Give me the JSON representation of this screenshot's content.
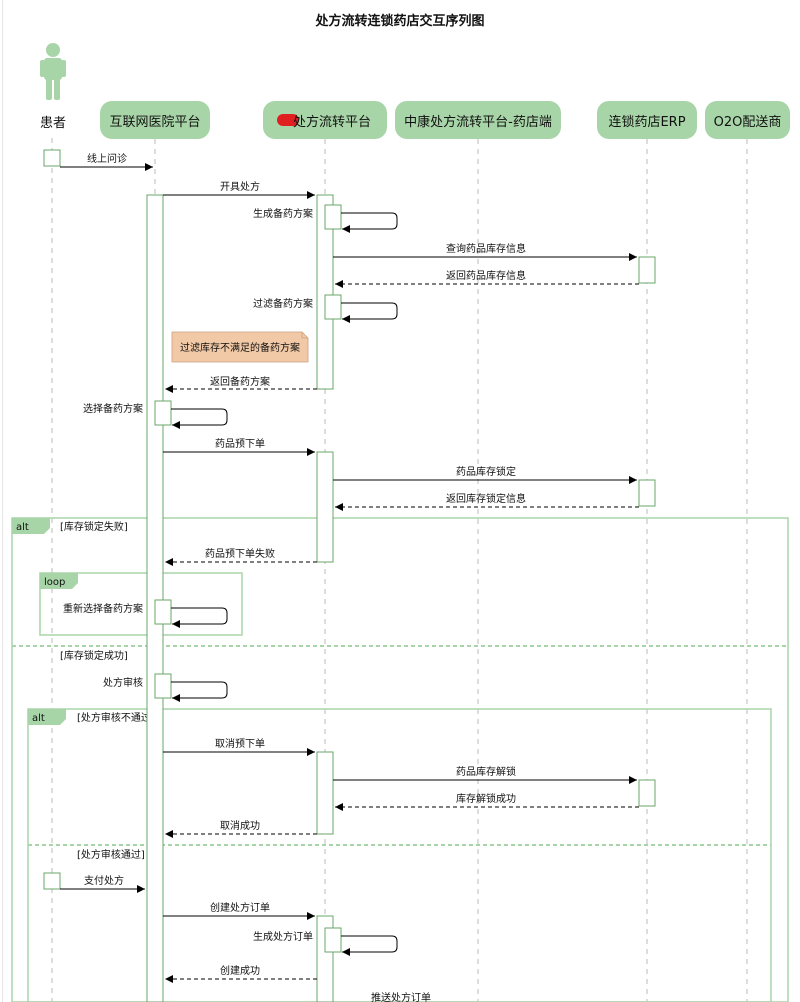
{
  "title": "处方流转连锁药店交互序列图",
  "participants": [
    {
      "id": "patient",
      "label": "患者",
      "style": "stick-figure"
    },
    {
      "id": "hospital",
      "label": "互联网医院平台"
    },
    {
      "id": "platform",
      "label": "处方流转平台",
      "redacted_prefix": true
    },
    {
      "id": "zhongkang",
      "label": "中康处方流转平台-药店端"
    },
    {
      "id": "erp",
      "label": "连锁药店ERP"
    },
    {
      "id": "o2o",
      "label": "O2O配送商"
    }
  ],
  "messages": [
    {
      "from": "patient",
      "to": "hospital",
      "label": "线上问诊",
      "type": "sync"
    },
    {
      "from": "hospital",
      "to": "platform",
      "label": "开具处方",
      "type": "sync"
    },
    {
      "from": "platform",
      "to": "platform",
      "label": "生成备药方案",
      "type": "self"
    },
    {
      "from": "platform",
      "to": "erp",
      "label": "查询药品库存信息",
      "type": "sync"
    },
    {
      "from": "erp",
      "to": "platform",
      "label": "返回药品库存信息",
      "type": "return"
    },
    {
      "from": "platform",
      "to": "platform",
      "label": "过滤备药方案",
      "type": "self"
    },
    {
      "from": "platform",
      "to": "hospital",
      "label": "返回备药方案",
      "type": "return"
    },
    {
      "from": "hospital",
      "to": "hospital",
      "label": "选择备药方案",
      "type": "self"
    },
    {
      "from": "hospital",
      "to": "platform",
      "label": "药品预下单",
      "type": "sync"
    },
    {
      "from": "platform",
      "to": "erp",
      "label": "药品库存锁定",
      "type": "sync"
    },
    {
      "from": "erp",
      "to": "platform",
      "label": "返回库存锁定信息",
      "type": "return"
    },
    {
      "from": "platform",
      "to": "hospital",
      "label": "药品预下单失败",
      "type": "return"
    },
    {
      "from": "hospital",
      "to": "hospital",
      "label": "重新选择备药方案",
      "type": "self"
    },
    {
      "from": "hospital",
      "to": "hospital",
      "label": "处方审核",
      "type": "self"
    },
    {
      "from": "hospital",
      "to": "platform",
      "label": "取消预下单",
      "type": "sync"
    },
    {
      "from": "platform",
      "to": "erp",
      "label": "药品库存解锁",
      "type": "sync"
    },
    {
      "from": "erp",
      "to": "platform",
      "label": "库存解锁成功",
      "type": "return"
    },
    {
      "from": "platform",
      "to": "hospital",
      "label": "取消成功",
      "type": "return"
    },
    {
      "from": "patient",
      "to": "hospital",
      "label": "支付处方",
      "type": "sync"
    },
    {
      "from": "hospital",
      "to": "platform",
      "label": "创建处方订单",
      "type": "sync"
    },
    {
      "from": "platform",
      "to": "platform",
      "label": "生成处方订单",
      "type": "self"
    },
    {
      "from": "platform",
      "to": "hospital",
      "label": "创建成功",
      "type": "return"
    },
    {
      "from": "platform",
      "to": "zhongkang",
      "label": "推送处方订单",
      "type": "sync"
    }
  ],
  "note": {
    "text": "过滤库存不满足的备药方案",
    "color": "#f2c9a6"
  },
  "fragments": [
    {
      "type": "alt",
      "label": "alt",
      "guards": [
        "[库存锁定失败]",
        "[库存锁定成功]"
      ]
    },
    {
      "type": "loop",
      "label": "loop"
    },
    {
      "type": "alt",
      "label": "alt",
      "guards": [
        "[处方审核不通过]",
        "[处方审核通过]"
      ]
    }
  ],
  "colors": {
    "actor_fill": "#a8d5a8",
    "lifeline": "#bbbbbb",
    "activation_stroke": "#6aa56a",
    "fragment_stroke": "#a8d5a8",
    "note_fill": "#f2c9a6"
  }
}
